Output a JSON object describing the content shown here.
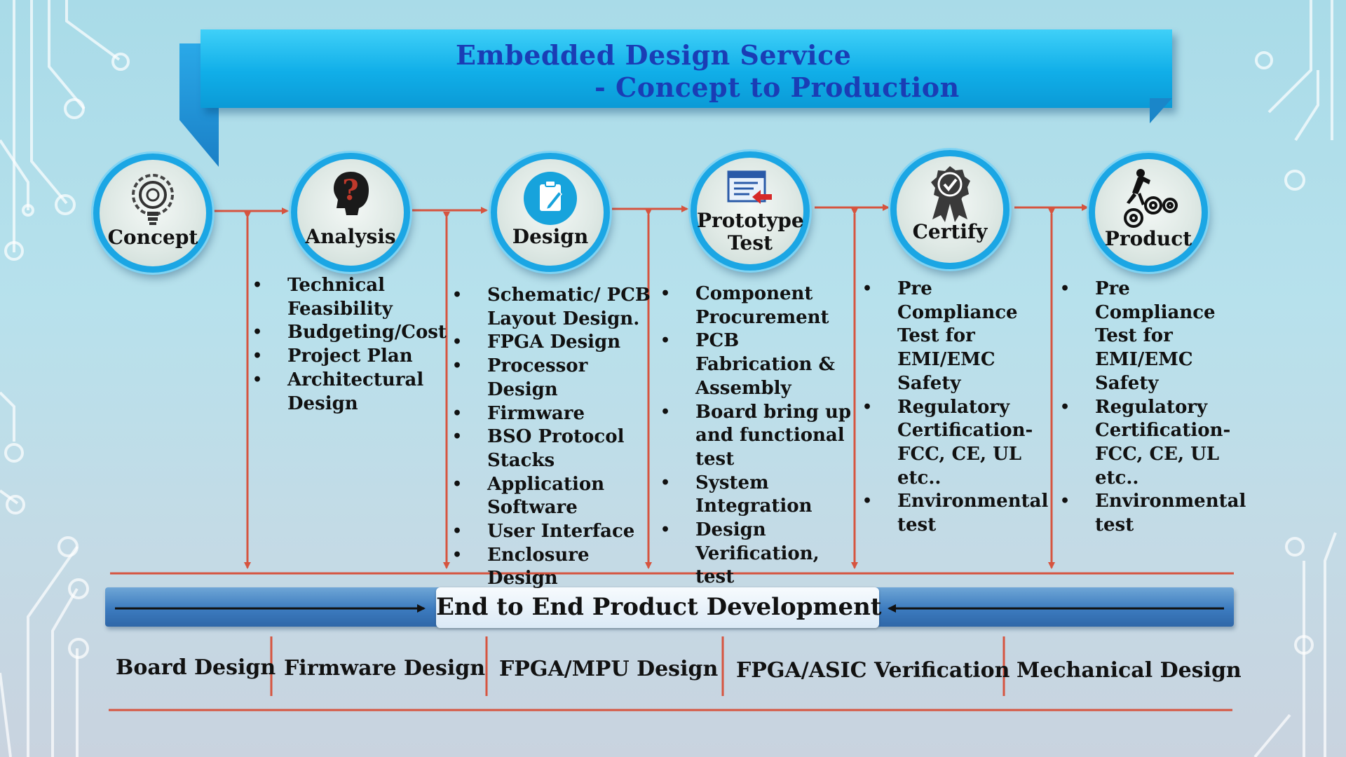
{
  "title": {
    "line1": "Embedded Design Service",
    "line2": "- Concept to Production"
  },
  "stages": [
    {
      "label_lines": [
        "Concept"
      ],
      "icon": "gear-lightbulb-icon",
      "bullets": []
    },
    {
      "label_lines": [
        "Analysis"
      ],
      "icon": "question-head-icon",
      "bullets": [
        "Technical Feasibility",
        "Budgeting/Cost",
        "Project Plan",
        "Architectural Design"
      ]
    },
    {
      "label_lines": [
        "Design"
      ],
      "icon": "clipboard-pencil-icon",
      "bullets": [
        "Schematic/ PCB Layout Design.",
        "FPGA Design",
        "Processor Design",
        "Firmware",
        "BSO Protocol Stacks",
        "Application Software",
        "User Interface",
        "Enclosure Design"
      ]
    },
    {
      "label_lines": [
        "Prototype",
        "Test"
      ],
      "icon": "browser-window-arrow-icon",
      "bullets": [
        "Component Procurement",
        "PCB Fabrication & Assembly",
        "Board bring up and functional test",
        "System Integration",
        "Design Verification, test"
      ]
    },
    {
      "label_lines": [
        "Certify"
      ],
      "icon": "award-ribbon-check-icon",
      "bullets": [
        "Pre Compliance Test for EMI/EMC Safety",
        "Regulatory Certification- FCC, CE, UL etc..",
        "Environmental test"
      ]
    },
    {
      "label_lines": [
        "Product"
      ],
      "icon": "runner-gears-icon",
      "bullets": [
        "Pre Compliance Test for EMI/EMC Safety",
        "Regulatory Certification- FCC, CE, UL etc..",
        "Environmental test"
      ]
    }
  ],
  "bar_label": "End to End Product Development",
  "disciplines": [
    "Board Design",
    "Firmware Design",
    "FPGA/MPU Design",
    "FPGA/ASIC Verification",
    "Mechanical Design"
  ],
  "colors": {
    "connector": "#d6543f",
    "circle_ring": "#1ba6e4",
    "title_text": "#1a3db5",
    "banner": "#10aee8"
  }
}
